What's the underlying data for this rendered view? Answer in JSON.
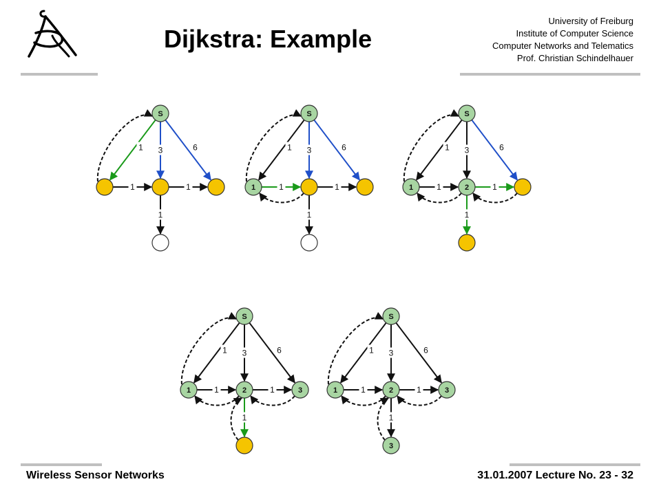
{
  "header": {
    "title": "Dijkstra: Example",
    "affiliation": [
      "University of Freiburg",
      "Institute of Computer Science",
      "Computer Networks and Telematics",
      "Prof. Christian Schindelhauer"
    ]
  },
  "footer": {
    "course": "Wireless Sensor Networks",
    "date_lecture": "31.01.2007  Lecture No. 23 - 32"
  },
  "colors": {
    "settled": "#a8d5a2",
    "frontier": "#f5c400",
    "unvisited": "#ffffff",
    "edge_default": "#111111",
    "edge_blue": "#1f4fc8",
    "edge_green": "#1a9a1a"
  },
  "graphs": [
    {
      "nodes": {
        "s": {
          "label": "S",
          "state": "settled"
        },
        "a": {
          "label": "",
          "state": "frontier"
        },
        "b": {
          "label": "",
          "state": "frontier"
        },
        "c": {
          "label": "",
          "state": "frontier"
        },
        "d": {
          "label": "",
          "state": "unvisited"
        }
      },
      "edges": [
        {
          "from": "s",
          "to": "a",
          "w": "1",
          "color": "green"
        },
        {
          "from": "s",
          "to": "b",
          "w": "3",
          "color": "blue"
        },
        {
          "from": "s",
          "to": "c",
          "w": "6",
          "color": "blue"
        },
        {
          "from": "a",
          "to": "b",
          "w": "1",
          "color": "black"
        },
        {
          "from": "b",
          "to": "c",
          "w": "1",
          "color": "black"
        },
        {
          "from": "b",
          "to": "d",
          "w": "1",
          "color": "black"
        }
      ],
      "pointers": [
        {
          "from": "a",
          "to": "s"
        }
      ]
    },
    {
      "nodes": {
        "s": {
          "label": "S",
          "state": "settled"
        },
        "a": {
          "label": "1",
          "state": "settled"
        },
        "b": {
          "label": "",
          "state": "frontier"
        },
        "c": {
          "label": "",
          "state": "frontier"
        },
        "d": {
          "label": "",
          "state": "unvisited"
        }
      },
      "edges": [
        {
          "from": "s",
          "to": "a",
          "w": "1",
          "color": "black"
        },
        {
          "from": "s",
          "to": "b",
          "w": "3",
          "color": "blue"
        },
        {
          "from": "s",
          "to": "c",
          "w": "6",
          "color": "blue"
        },
        {
          "from": "a",
          "to": "b",
          "w": "1",
          "color": "green"
        },
        {
          "from": "b",
          "to": "c",
          "w": "1",
          "color": "black"
        },
        {
          "from": "b",
          "to": "d",
          "w": "1",
          "color": "black"
        }
      ],
      "pointers": [
        {
          "from": "a",
          "to": "s"
        },
        {
          "from": "b",
          "to": "a"
        }
      ]
    },
    {
      "nodes": {
        "s": {
          "label": "S",
          "state": "settled"
        },
        "a": {
          "label": "1",
          "state": "settled"
        },
        "b": {
          "label": "2",
          "state": "settled"
        },
        "c": {
          "label": "",
          "state": "frontier"
        },
        "d": {
          "label": "",
          "state": "frontier"
        }
      },
      "edges": [
        {
          "from": "s",
          "to": "a",
          "w": "1",
          "color": "black"
        },
        {
          "from": "s",
          "to": "b",
          "w": "3",
          "color": "black"
        },
        {
          "from": "s",
          "to": "c",
          "w": "6",
          "color": "blue"
        },
        {
          "from": "a",
          "to": "b",
          "w": "1",
          "color": "black"
        },
        {
          "from": "b",
          "to": "c",
          "w": "1",
          "color": "green"
        },
        {
          "from": "b",
          "to": "d",
          "w": "1",
          "color": "green"
        }
      ],
      "pointers": [
        {
          "from": "a",
          "to": "s"
        },
        {
          "from": "b",
          "to": "a"
        },
        {
          "from": "c",
          "to": "b"
        }
      ]
    },
    {
      "nodes": {
        "s": {
          "label": "S",
          "state": "settled"
        },
        "a": {
          "label": "1",
          "state": "settled"
        },
        "b": {
          "label": "2",
          "state": "settled"
        },
        "c": {
          "label": "3",
          "state": "settled"
        },
        "d": {
          "label": "",
          "state": "frontier"
        }
      },
      "edges": [
        {
          "from": "s",
          "to": "a",
          "w": "1",
          "color": "black"
        },
        {
          "from": "s",
          "to": "b",
          "w": "3",
          "color": "black"
        },
        {
          "from": "s",
          "to": "c",
          "w": "6",
          "color": "black"
        },
        {
          "from": "a",
          "to": "b",
          "w": "1",
          "color": "black"
        },
        {
          "from": "b",
          "to": "c",
          "w": "1",
          "color": "black"
        },
        {
          "from": "b",
          "to": "d",
          "w": "1",
          "color": "green"
        }
      ],
      "pointers": [
        {
          "from": "a",
          "to": "s"
        },
        {
          "from": "b",
          "to": "a"
        },
        {
          "from": "c",
          "to": "b"
        },
        {
          "from": "d",
          "to": "b"
        }
      ]
    },
    {
      "nodes": {
        "s": {
          "label": "S",
          "state": "settled"
        },
        "a": {
          "label": "1",
          "state": "settled"
        },
        "b": {
          "label": "2",
          "state": "settled"
        },
        "c": {
          "label": "3",
          "state": "settled"
        },
        "d": {
          "label": "3",
          "state": "settled"
        }
      },
      "edges": [
        {
          "from": "s",
          "to": "a",
          "w": "1",
          "color": "black"
        },
        {
          "from": "s",
          "to": "b",
          "w": "3",
          "color": "black"
        },
        {
          "from": "s",
          "to": "c",
          "w": "6",
          "color": "black"
        },
        {
          "from": "a",
          "to": "b",
          "w": "1",
          "color": "black"
        },
        {
          "from": "b",
          "to": "c",
          "w": "1",
          "color": "black"
        },
        {
          "from": "b",
          "to": "d",
          "w": "1",
          "color": "black"
        }
      ],
      "pointers": [
        {
          "from": "a",
          "to": "s"
        },
        {
          "from": "b",
          "to": "a"
        },
        {
          "from": "c",
          "to": "b"
        },
        {
          "from": "d",
          "to": "b"
        }
      ]
    }
  ]
}
